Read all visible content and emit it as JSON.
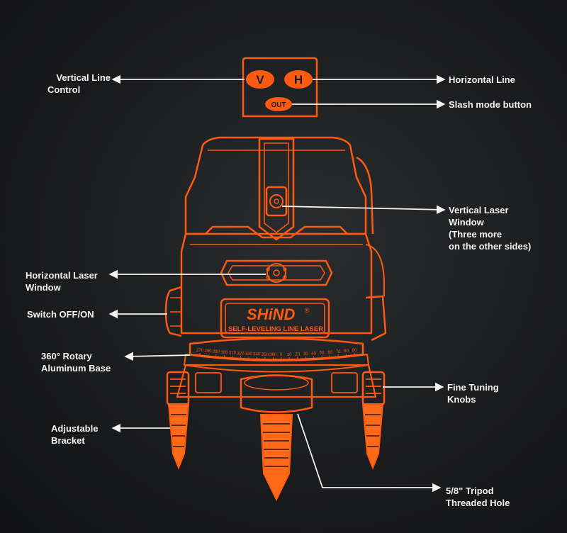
{
  "control_panel": {
    "v_label": "V",
    "h_label": "H",
    "out_label": "OUT"
  },
  "device": {
    "brand": "SHiND",
    "brand_mark": "®",
    "tagline": "SELF-LEVELING LINE LASER",
    "scale_marks": [
      "270",
      "280",
      "290",
      "300",
      "310",
      "320",
      "330",
      "340",
      "350",
      "360",
      "0",
      "10",
      "20",
      "30",
      "40",
      "50",
      "60",
      "70",
      "80",
      "90"
    ]
  },
  "labels": {
    "vertical_line_control": [
      "Vertical Line",
      "Control"
    ],
    "horizontal_line": [
      "Horizontal Line"
    ],
    "slash_mode_button": [
      "Slash mode button"
    ],
    "vertical_laser_window": [
      "Vertical Laser",
      "Window",
      "(Three more",
      "on the other sides)"
    ],
    "horizontal_laser_window": [
      "Horizontal Laser",
      "Window"
    ],
    "switch_off_on": [
      "Switch OFF/ON"
    ],
    "rotary_base": [
      "360° Rotary",
      "Aluminum Base"
    ],
    "fine_tuning_knobs": [
      "Fine Tuning",
      "Knobs"
    ],
    "adjustable_bracket": [
      "Adjustable",
      "Bracket"
    ],
    "tripod_hole": [
      "5/8\" Tripod",
      "Threaded Hole"
    ]
  },
  "colors": {
    "accent": "#ff5a12",
    "button_fill": "#ff5a12",
    "leg_fill": "#ff6a1a",
    "text": "#f2f2f2",
    "arrow": "#f2f2f2"
  }
}
